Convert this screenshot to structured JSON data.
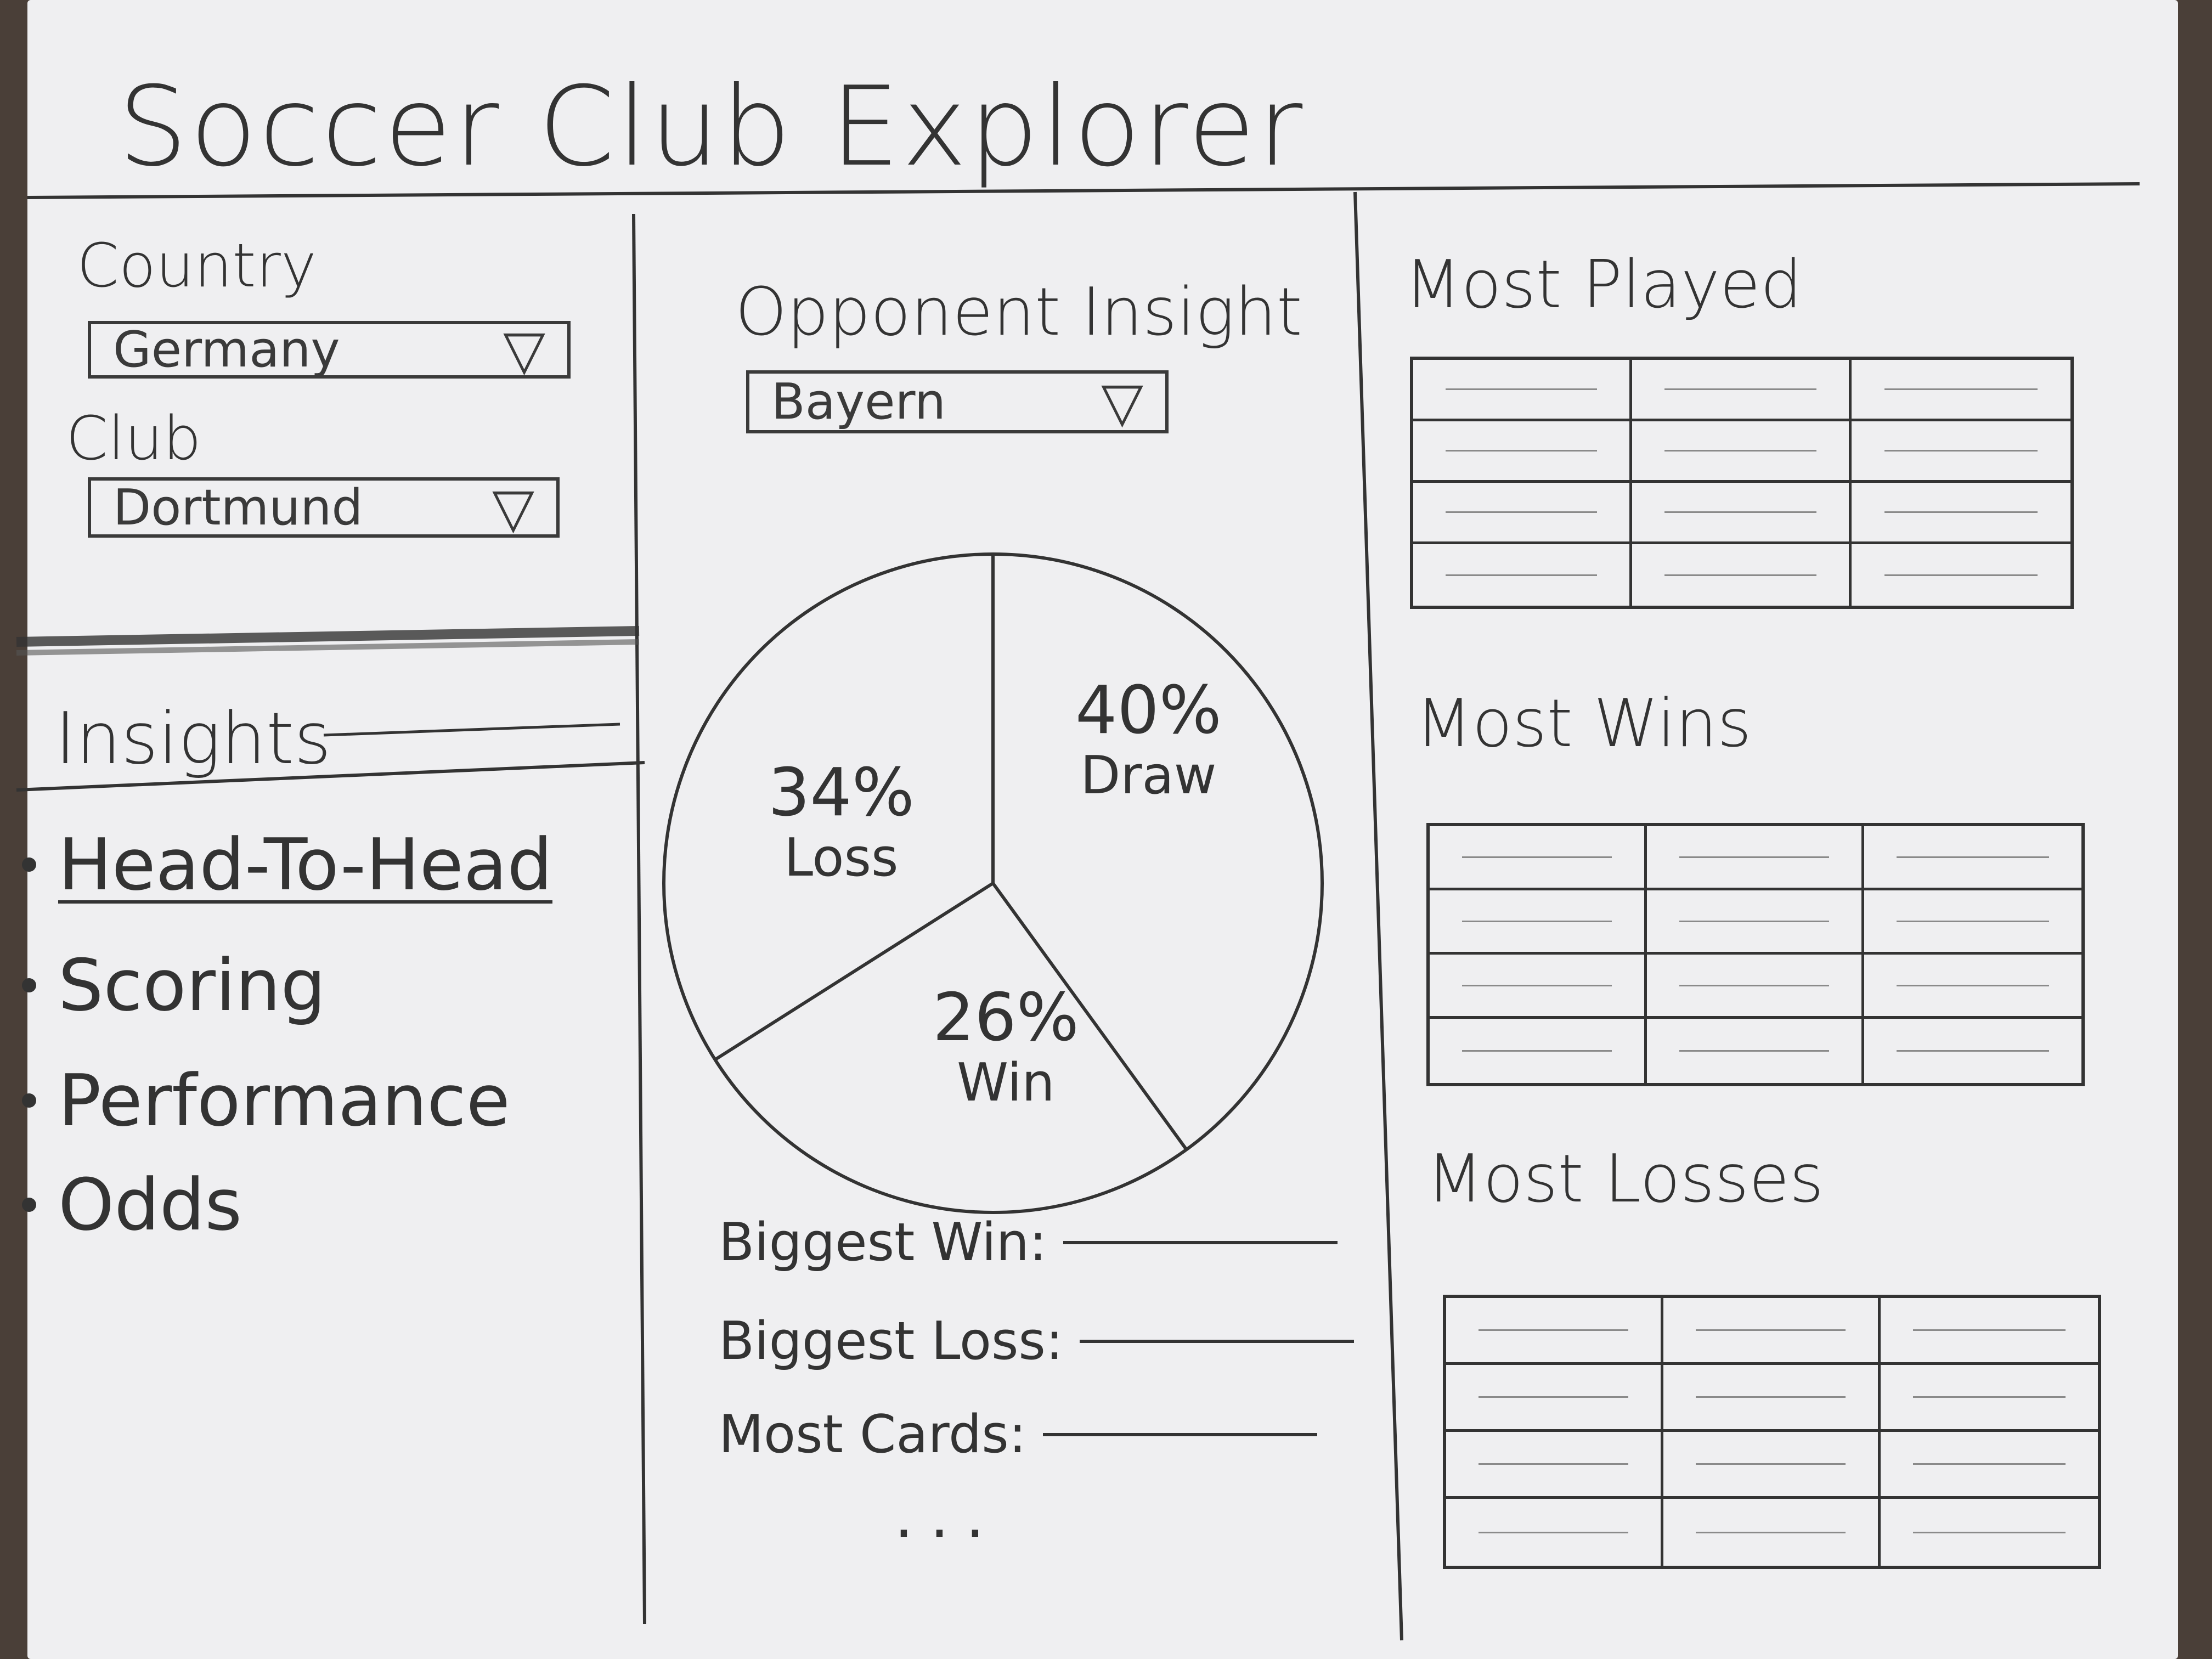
{
  "app": {
    "title": "Soccer Club Explorer"
  },
  "filters": {
    "country": {
      "label": "Country",
      "value": "Germany"
    },
    "club": {
      "label": "Club",
      "value": "Dortmund"
    }
  },
  "insights": {
    "heading": "Insights",
    "items": [
      {
        "label": "Head-To-Head",
        "active": true
      },
      {
        "label": "Scoring",
        "active": false
      },
      {
        "label": "Performance",
        "active": false
      },
      {
        "label": "Odds",
        "active": false
      }
    ]
  },
  "opponent": {
    "heading": "Opponent Insight",
    "value": "Bayern"
  },
  "chart_data": {
    "type": "pie",
    "slices": [
      {
        "label": "Draw",
        "value": 40,
        "text": "40%"
      },
      {
        "label": "Win",
        "value": 26,
        "text": "26%"
      },
      {
        "label": "Loss",
        "value": 34,
        "text": "34%"
      }
    ]
  },
  "stats": [
    {
      "label": "Biggest Win:"
    },
    {
      "label": "Biggest Loss:"
    },
    {
      "label": "Most Cards:"
    }
  ],
  "more": "...",
  "tables": [
    {
      "title": "Most Played"
    },
    {
      "title": "Most Wins"
    },
    {
      "title": "Most Losses"
    }
  ],
  "icons": {
    "dropdown": "dropdown-triangle-icon",
    "bullet": "bullet-icon"
  }
}
